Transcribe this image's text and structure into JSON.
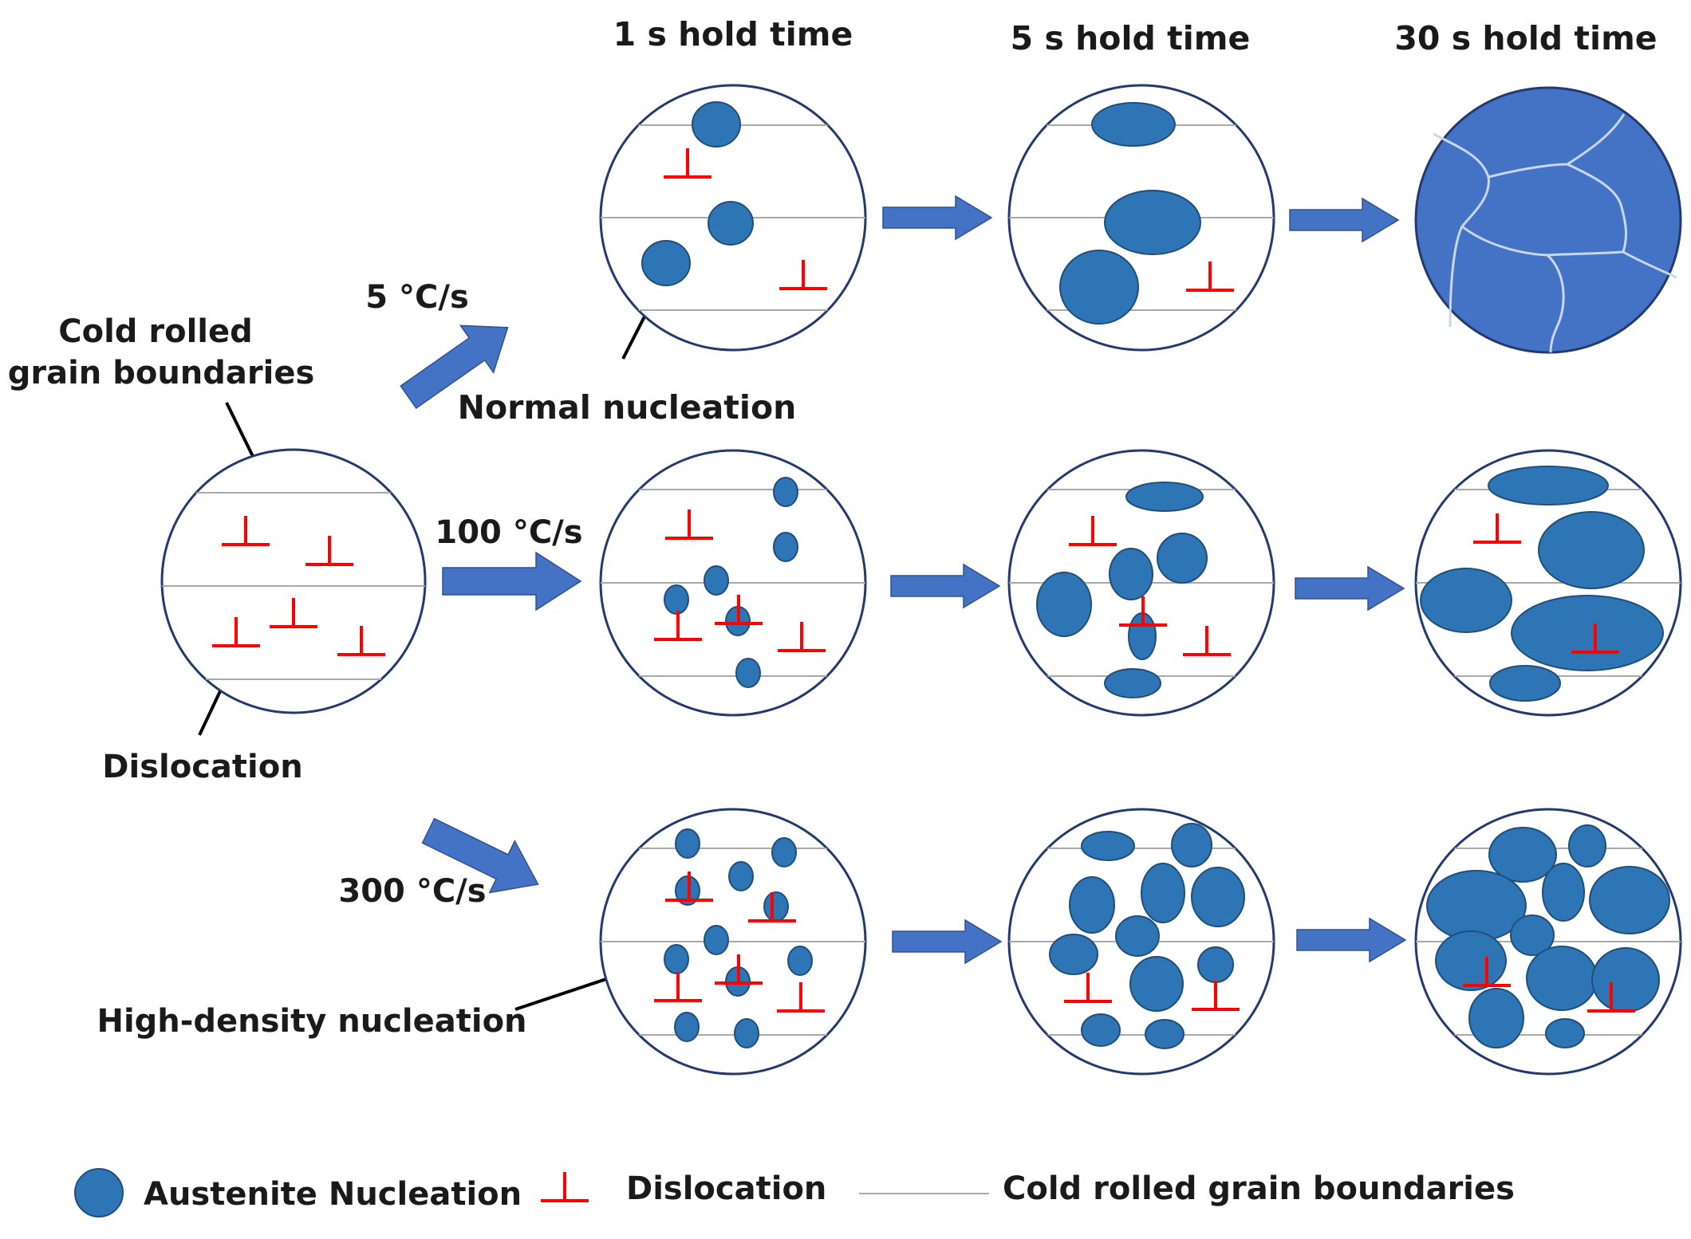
{
  "columns": {
    "hold_1s": "1 s hold time",
    "hold_5s": "5 s hold time",
    "hold_30s": "30 s hold time"
  },
  "rates": {
    "slow": "5 °C/s",
    "medium": "100 °C/s",
    "fast": "300 °C/s"
  },
  "annotations": {
    "grain_boundaries_line1": "Cold rolled",
    "grain_boundaries_line2": "grain boundaries",
    "dislocation": "Dislocation",
    "normal_nucleation": "Normal nucleation",
    "high_density_nucleation": "High-density nucleation"
  },
  "legend": {
    "austenite": "Austenite Nucleation",
    "dislocation": "Dislocation",
    "grain_boundaries": "Cold rolled grain boundaries"
  },
  "colors": {
    "nucleus": "#2e75b6",
    "dislocation": "#ff0000",
    "arrow": "#4472c4",
    "grain_boundary": "#a9a9a9",
    "circle_outline": "#223a6e"
  }
}
